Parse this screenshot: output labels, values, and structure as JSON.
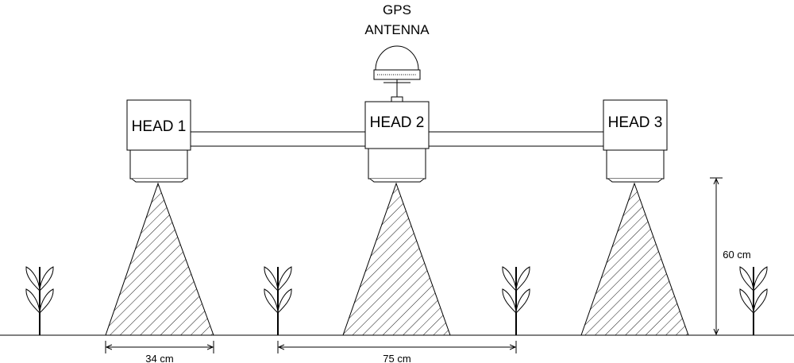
{
  "gps": {
    "line1": "GPS",
    "line2": "ANTENNA"
  },
  "heads": [
    {
      "label": "HEAD 1"
    },
    {
      "label": "HEAD 2"
    },
    {
      "label": "HEAD 3"
    }
  ],
  "dimensions": {
    "spray_width": "34 cm",
    "plant_spacing": "75 cm",
    "height": "60 cm"
  }
}
